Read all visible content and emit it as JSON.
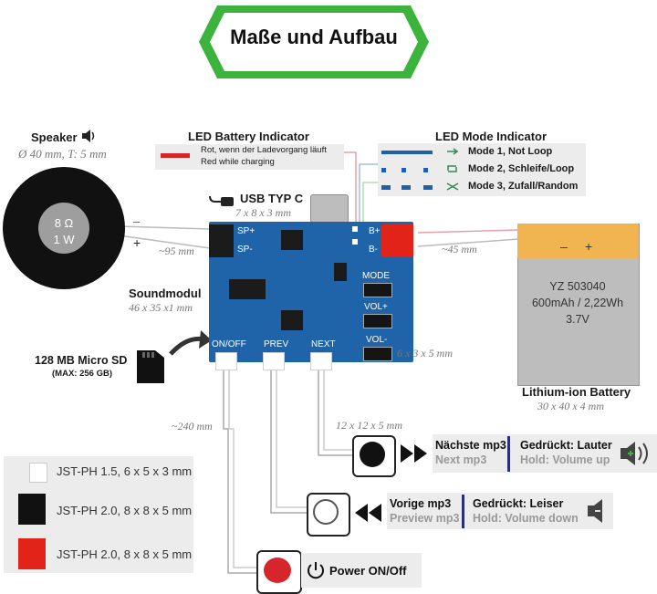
{
  "title": "Maße und Aufbau",
  "speaker": {
    "label": "Speaker",
    "dims": "Ø 40 mm, T: 5 mm",
    "impedance": "8 Ω",
    "power": "1 W",
    "minus": "–",
    "plus": "+",
    "wire_length": "~95 mm"
  },
  "led_battery": {
    "label": "LED Battery Indicator",
    "de": "Rot, wenn der Ladevorgang läuft",
    "en": "Red while charging",
    "color": "#d7262b"
  },
  "led_mode": {
    "label": "LED Mode Indicator",
    "modes": [
      "Mode 1, Not Loop",
      "Mode 2, Schleife/Loop",
      "Mode 3, Zufall/Random"
    ],
    "color": "#1f5fae"
  },
  "usb": {
    "label": "USB TYP C",
    "dims": "7 x 8 x 3 mm"
  },
  "soundmodul": {
    "label": "Soundmodul",
    "dims": "46 x 35 x1 mm"
  },
  "pcb": {
    "sp_plus": "SP+",
    "sp_minus": "SP-",
    "b_plus": "B+",
    "b_minus": "B-",
    "mode": "MODE",
    "vol_plus": "VOL+",
    "vol_minus": "VOL-",
    "btn_dims": "6 x 3 x 5 mm",
    "connectors": [
      "ON/OFF",
      "PREV",
      "NEXT"
    ],
    "board_color": "#1f63a8"
  },
  "microsd": {
    "label": "128 MB Micro SD",
    "max": "(MAX: 256 GB)"
  },
  "battery": {
    "model": "YZ 503040",
    "capacity": "600mAh / 2,22Wh",
    "voltage": "3.7V",
    "minus": "–",
    "plus": "+",
    "label": "Lithium-ion Battery",
    "dims": "30 x 40 x 4 mm",
    "wire_length": "~45 mm"
  },
  "wire_main": "~240 mm",
  "button_dims": "12  x 12 x 5 mm",
  "next": {
    "title": "Nächste mp3",
    "sub": "Next mp3",
    "hold_title": "Gedrückt: Lauter",
    "hold_sub": "Hold: Volume up"
  },
  "prev": {
    "title": "Vorige mp3",
    "sub": "Preview mp3",
    "hold_title": "Gedrückt: Leiser",
    "hold_sub": "Hold: Volume down"
  },
  "power": {
    "label": "Power ON/Off",
    "button_color": "#d7262b"
  },
  "legend": [
    "JST-PH 1.5, 6 x 5 x 3 mm",
    "JST-PH 2.0, 8 x 8 x 5 mm",
    "JST-PH 2.0, 8 x 8 x 5 mm"
  ],
  "colors": {
    "accent_green": "#3cb33c",
    "divider_blue": "#2a2f7a",
    "jst_red": "#e2231a"
  }
}
